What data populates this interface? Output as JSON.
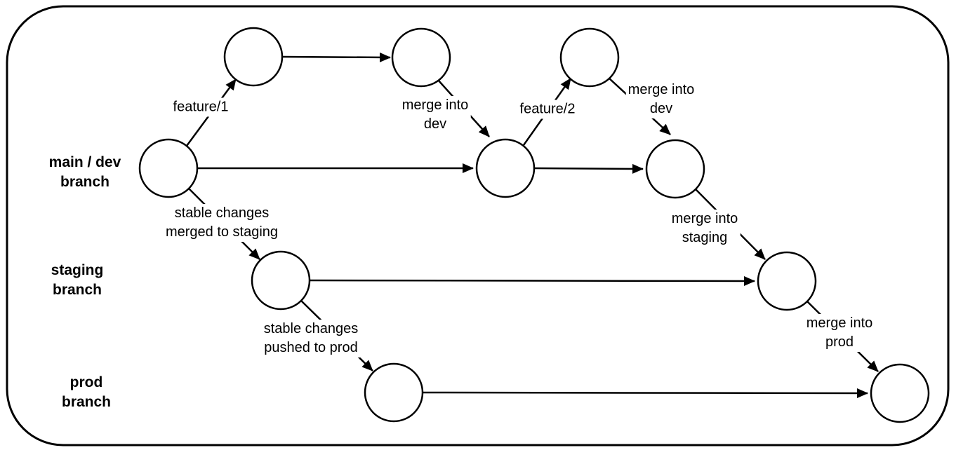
{
  "diagram": {
    "type": "git-branching-workflow",
    "node_shape": "circle",
    "commit_node_count": 10,
    "colors": {
      "stroke": "#000000",
      "node_fill": "#ffffff",
      "background": "#ffffff",
      "text": "#000000"
    },
    "rows": [
      {
        "id": "main-dev",
        "label": {
          "line1": "main / dev",
          "line2": "branch"
        },
        "commit_count": 3
      },
      {
        "id": "staging",
        "label": {
          "line1": "staging",
          "line2": "branch"
        },
        "commit_count": 2
      },
      {
        "id": "prod",
        "label": {
          "line1": "prod",
          "line2": "branch"
        },
        "commit_count": 2
      }
    ],
    "feature_commit_count": 3,
    "labels": {
      "feature_1": {
        "text": "feature/1"
      },
      "merge_into_dev_1": {
        "line1": "merge into",
        "line2": "dev"
      },
      "feature_2": {
        "text": "feature/2"
      },
      "merge_into_dev_2": {
        "line1": "merge into",
        "line2": "dev"
      },
      "stable_to_staging": {
        "line1": "stable changes",
        "line2": "merged to staging"
      },
      "merge_into_staging": {
        "line1": "merge into",
        "line2": "staging"
      },
      "stable_to_prod": {
        "line1": "stable changes",
        "line2": "pushed to prod"
      },
      "merge_into_prod": {
        "line1": "merge into",
        "line2": "prod"
      }
    },
    "edges": [
      {
        "from": "main-commit-1",
        "to": "feature1-commit-1",
        "label": "feature/1"
      },
      {
        "from": "feature1-commit-1",
        "to": "feature1-commit-2",
        "label": ""
      },
      {
        "from": "feature1-commit-2",
        "to": "main-commit-2",
        "label": "merge into dev"
      },
      {
        "from": "main-commit-1",
        "to": "main-commit-2",
        "label": ""
      },
      {
        "from": "main-commit-2",
        "to": "feature2-commit-1",
        "label": "feature/2"
      },
      {
        "from": "feature2-commit-1",
        "to": "main-commit-3",
        "label": "merge into dev"
      },
      {
        "from": "main-commit-2",
        "to": "main-commit-3",
        "label": ""
      },
      {
        "from": "main-commit-1",
        "to": "staging-commit-1",
        "label": "stable changes merged to staging"
      },
      {
        "from": "main-commit-3",
        "to": "staging-commit-2",
        "label": "merge into staging"
      },
      {
        "from": "staging-commit-1",
        "to": "staging-commit-2",
        "label": ""
      },
      {
        "from": "staging-commit-1",
        "to": "prod-commit-1",
        "label": "stable changes pushed to prod"
      },
      {
        "from": "staging-commit-2",
        "to": "prod-commit-2",
        "label": "merge into prod"
      },
      {
        "from": "prod-commit-1",
        "to": "prod-commit-2",
        "label": ""
      }
    ]
  }
}
